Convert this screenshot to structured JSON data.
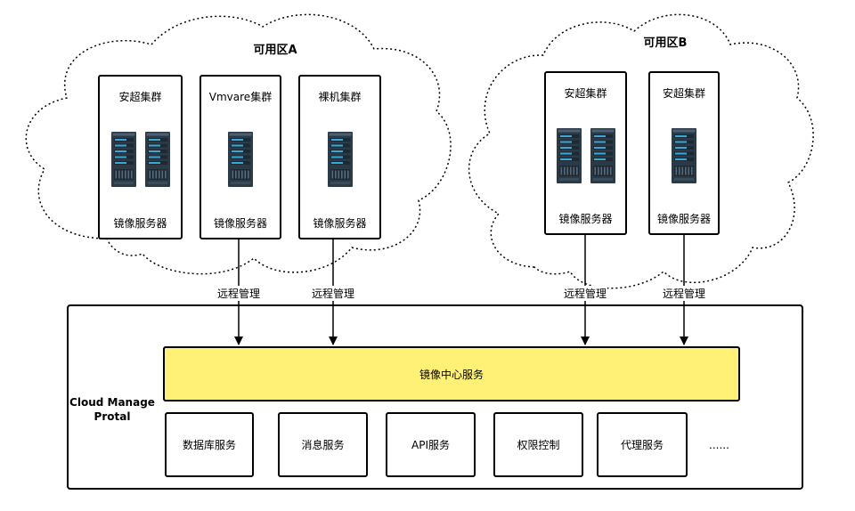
{
  "zones": [
    {
      "label": "可用区A",
      "clusters": [
        {
          "title": "安超集群",
          "footer": "镜像服务器",
          "server_count": 2
        },
        {
          "title": "Vmvare集群",
          "footer": "镜像服务器",
          "server_count": 1
        },
        {
          "title": "裸机集群",
          "footer": "镜像服务器",
          "server_count": 1
        }
      ]
    },
    {
      "label": "可用区B",
      "clusters": [
        {
          "title": "安超集群",
          "footer": "镜像服务器",
          "server_count": 2
        },
        {
          "title": "安超集群",
          "footer": "镜像服务器",
          "server_count": 1
        }
      ]
    }
  ],
  "remote_management_labels": [
    "远程管理",
    "远程管理",
    "远程管理",
    "远程管理"
  ],
  "portal": {
    "label_line1": "Cloud Manage",
    "label_line2": "Protal",
    "center_service": "镜像中心服务",
    "services": [
      "数据库服务",
      "消息服务",
      "API服务",
      "权限控制",
      "代理服务"
    ],
    "more": "......"
  },
  "colors": {
    "center_service_fill": "#fff176",
    "server_body": "#2b3a47",
    "server_accent": "#3aa7d6",
    "stroke": "#000000"
  },
  "icons": {
    "server": "server-rack-icon",
    "cloud": "cloud-icon"
  }
}
